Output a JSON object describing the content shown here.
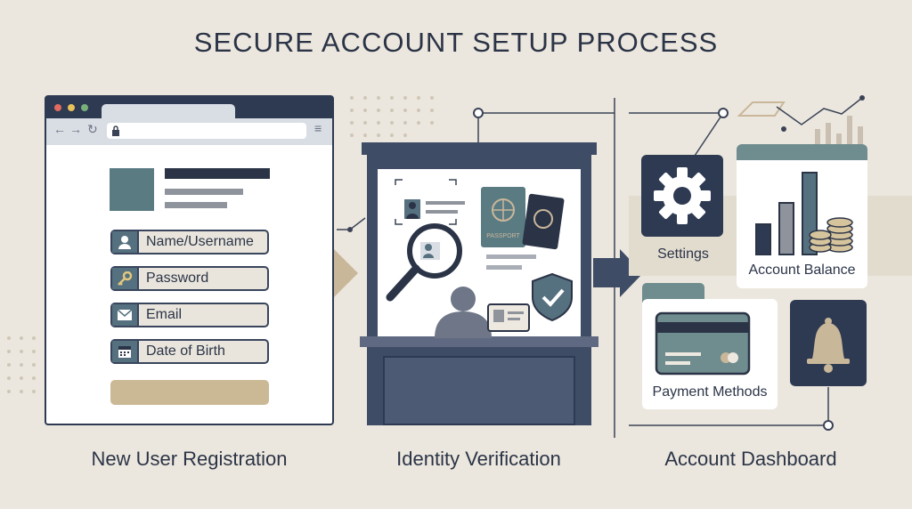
{
  "title": "SECURE ACCOUNT SETUP PROCESS",
  "registration": {
    "caption": "New User Registration",
    "fields": [
      {
        "label": "Name/Username",
        "icon": "user-icon"
      },
      {
        "label": "Password",
        "icon": "key-icon"
      },
      {
        "label": "Email",
        "icon": "envelope-icon"
      },
      {
        "label": "Date of Birth",
        "icon": "calendar-icon"
      }
    ],
    "nav_icons": [
      "back-arrow-icon",
      "forward-arrow-icon",
      "reload-icon",
      "lock-icon",
      "menu-icon"
    ]
  },
  "verification": {
    "caption": "Identity Verification",
    "passport_label": "PASSPORT"
  },
  "dashboard": {
    "caption": "Account Dashboard",
    "tiles": {
      "settings": "Settings",
      "balance": "Account Balance",
      "payment": "Payment Methods"
    }
  },
  "colors": {
    "background": "#ece7de",
    "navy": "#2e3a52",
    "slate": "#55707f",
    "sand": "#c9b79a",
    "panel": "#ffffff"
  }
}
